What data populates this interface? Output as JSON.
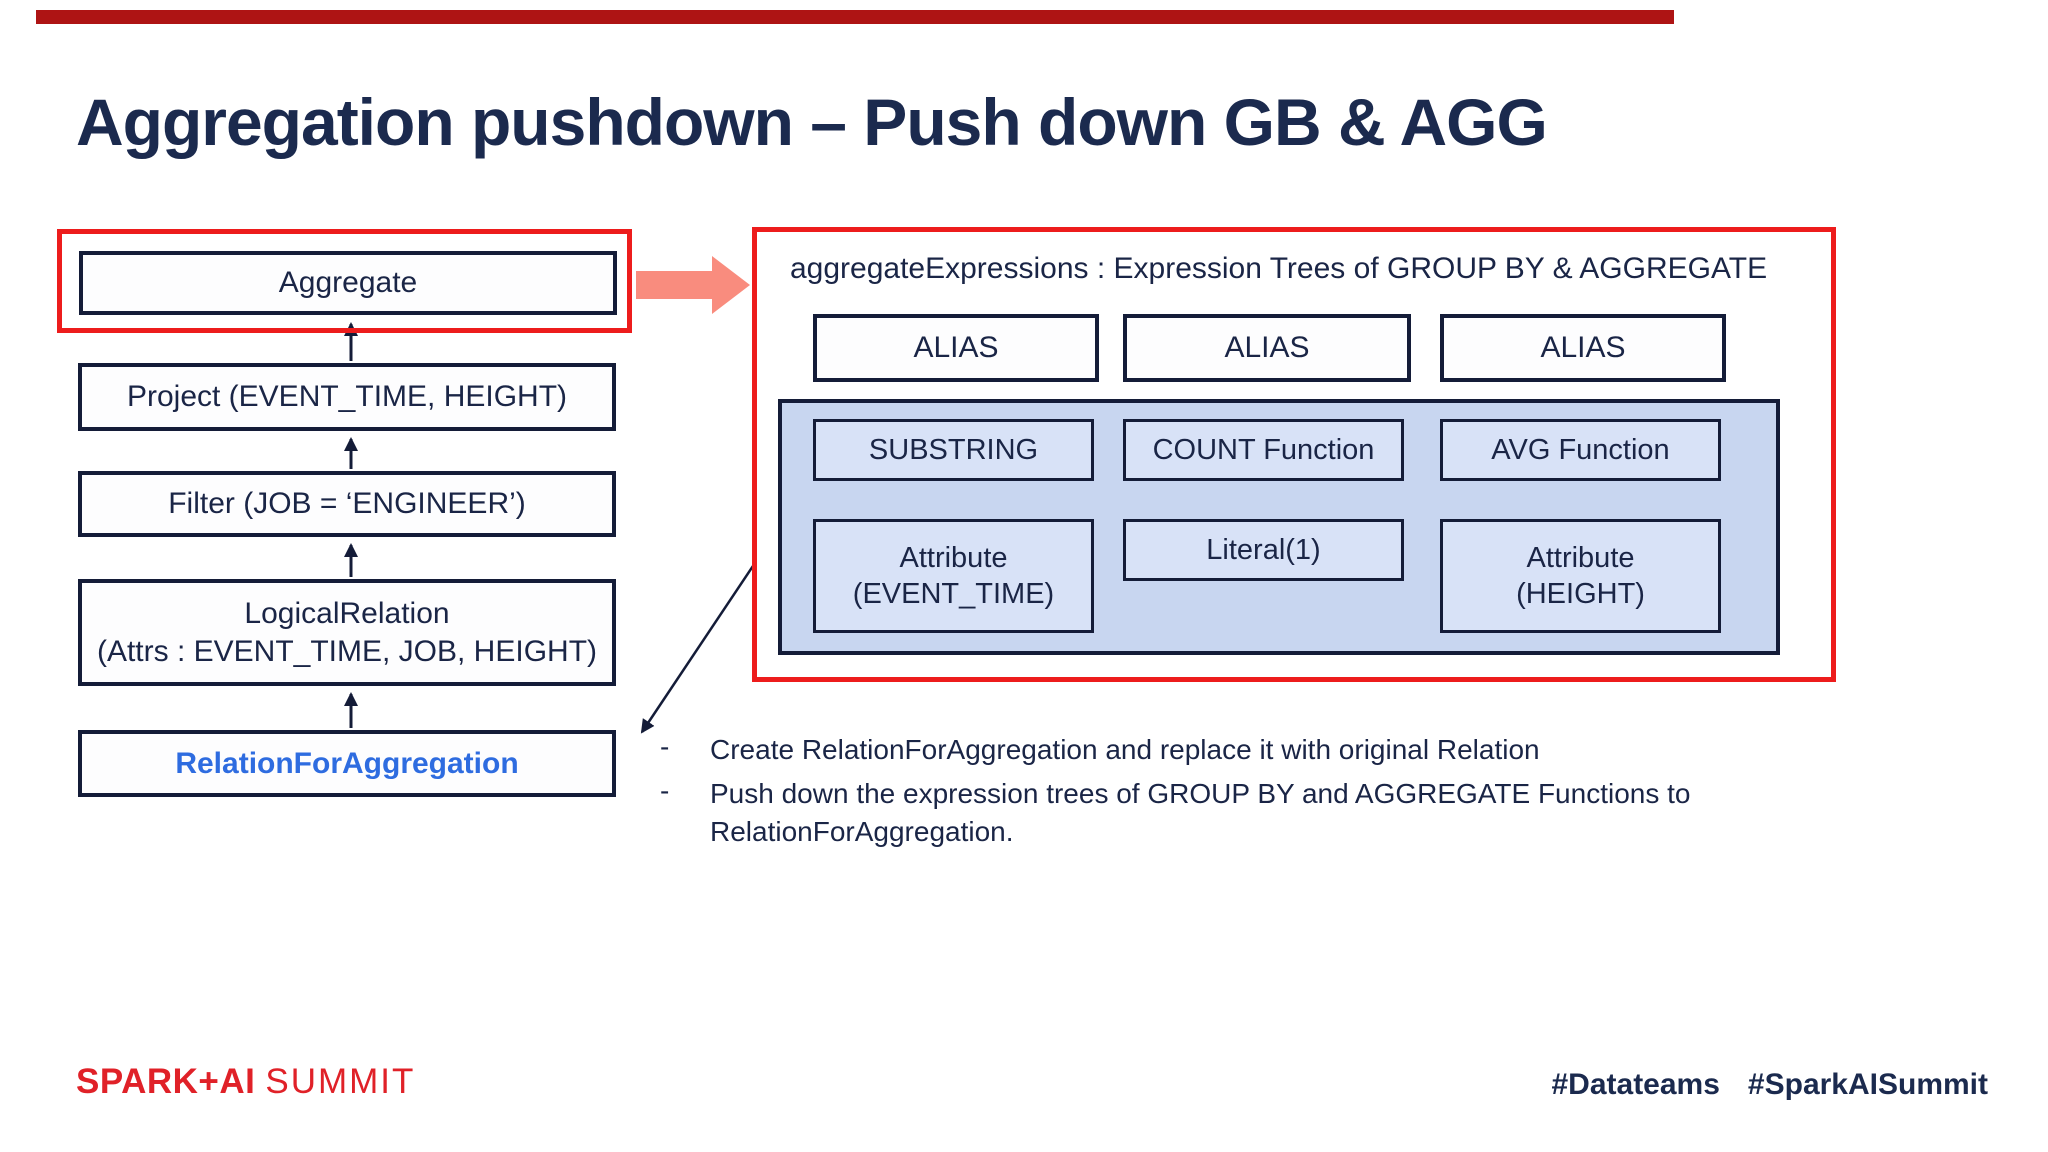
{
  "title": "Aggregation pushdown – Push down GB & AGG",
  "plan_tree": {
    "nodes": [
      {
        "id": "aggregate",
        "label": "Aggregate"
      },
      {
        "id": "project",
        "label": "Project (EVENT_TIME, HEIGHT)"
      },
      {
        "id": "filter",
        "label": "Filter (JOB = ‘ENGINEER’)"
      },
      {
        "id": "logical_relation",
        "label": "LogicalRelation\n(Attrs : EVENT_TIME, JOB, HEIGHT)"
      },
      {
        "id": "relation_for_aggregation",
        "label": "RelationForAggregation"
      }
    ]
  },
  "expression_panel": {
    "header": "aggregateExpressions : Expression Trees of GROUP BY & AGGREGATE",
    "aliases": [
      "ALIAS",
      "ALIAS",
      "ALIAS"
    ],
    "functions": [
      "SUBSTRING",
      "COUNT Function",
      "AVG Function"
    ],
    "leaves": [
      "Attribute\n(EVENT_TIME)",
      "Literal(1)",
      "Attribute\n(HEIGHT)"
    ]
  },
  "notes": {
    "marker": "-",
    "items": [
      "Create RelationForAggregation and replace it with original Relation",
      "Push down the expression trees of GROUP BY and AGGREGATE Functions to RelationForAggregation."
    ]
  },
  "footer": {
    "brand_bold": "SPARK+AI",
    "brand_light": "SUMMIT",
    "hashtag_1": "#Datateams",
    "hashtag_2": "#SparkAISummit"
  },
  "colors": {
    "title_navy": "#1b2a4e",
    "box_border_navy": "#141c38",
    "highlight_red": "#ed1c1c",
    "panel_fill_blue": "#c8d6f0",
    "inner_box_blue": "#d8e2f7",
    "pushdown_arrow_salmon": "#f98c7e",
    "relation_accent_blue": "#2e6ce0",
    "brand_red": "#e02128",
    "top_bar_red": "#ae1414"
  }
}
